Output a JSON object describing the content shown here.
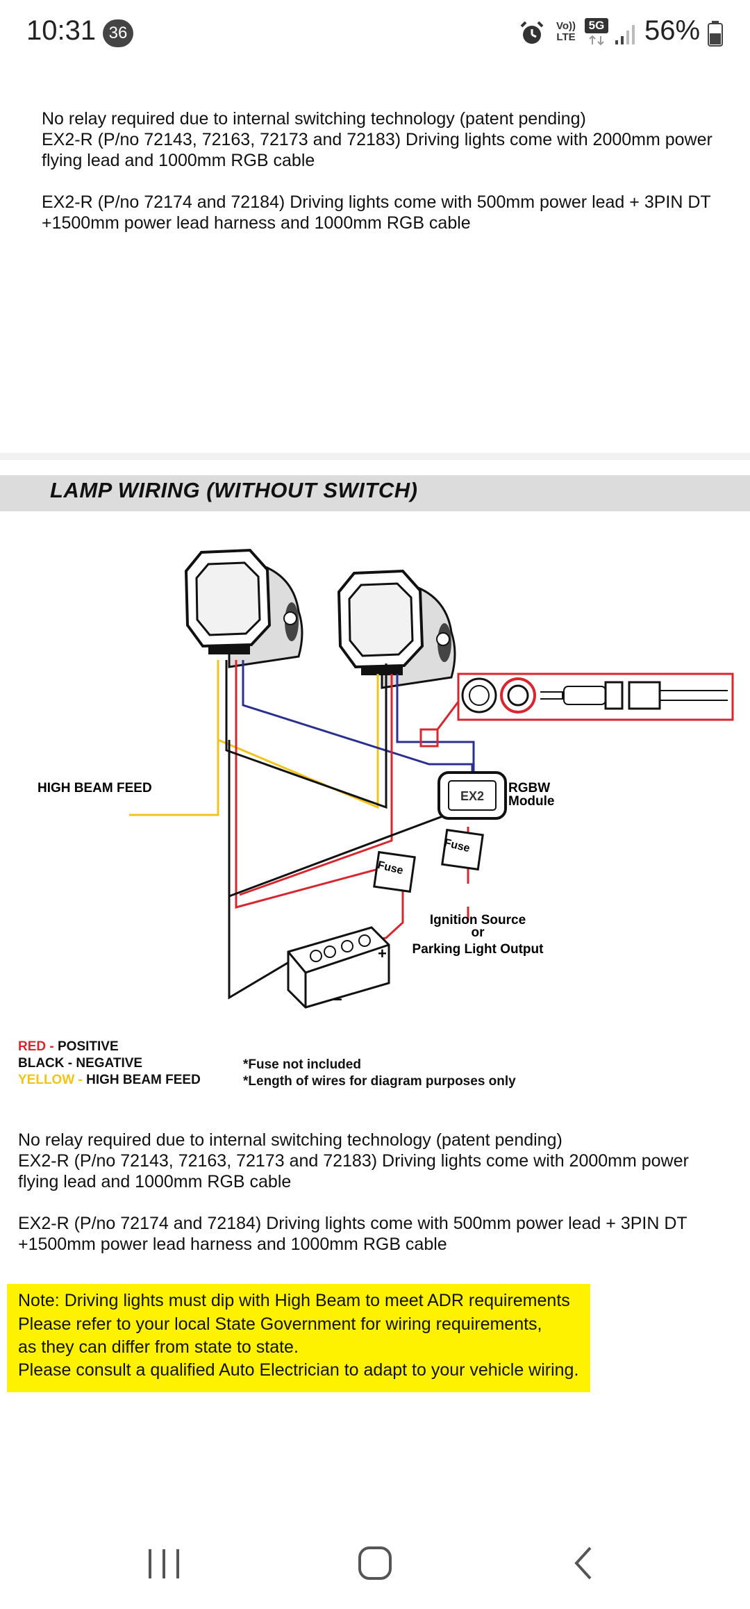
{
  "status_bar": {
    "time": "10:31",
    "notification_count": "36",
    "network_volte": "Vo))",
    "network_lte": "LTE",
    "network_5g": "5G",
    "battery": "56%",
    "icons": [
      "alarm-icon",
      "volte-icon",
      "5g-icon",
      "signal-icon",
      "battery-icon"
    ]
  },
  "top_text": {
    "line1": "No relay required due to internal switching technology (patent pending)",
    "para2": "EX2-R (P/no 72143, 72163, 72173 and 72183) Driving lights come with 2000mm power flying lead and 1000mm RGB cable",
    "para3": "EX2-R (P/no 72174 and 72184) Driving lights come with 500mm power lead + 3PIN DT +1500mm power lead harness and 1000mm RGB cable"
  },
  "section": {
    "title": "LAMP WIRING (WITHOUT SWITCH)"
  },
  "diagram": {
    "high_beam_feed": "HIGH BEAM FEED",
    "rgbw_module_line1": "RGBW",
    "rgbw_module_line2": "Module",
    "module_logo": "EX2",
    "fuse1": "Fuse",
    "fuse2": "Fuse",
    "ignition_line1": "Ignition Source",
    "ignition_line2": "or",
    "ignition_line3": "Parking Light Output",
    "battery_minus": "−",
    "battery_plus": "+",
    "wire_colors": {
      "red": "#d7262e",
      "black": "#111111",
      "yellow": "#f2c31a",
      "blue": "#2b2f8f"
    }
  },
  "legend": {
    "red_word": "RED - ",
    "red_desc": "POSITIVE",
    "black_line": "BLACK - NEGATIVE",
    "yellow_word": "YELLOW - ",
    "yellow_desc": "HIGH BEAM FEED",
    "note1": "*Fuse not included",
    "note2": "*Length of wires for diagram purposes only",
    "colors": {
      "red": "#d7262e",
      "yellow": "#f2c31a"
    }
  },
  "bottom_text": {
    "line1": "No relay required due to internal switching technology (patent pending)",
    "para2": "EX2-R (P/no 72143, 72163, 72173 and 72183) Driving lights come with 2000mm power flying lead and 1000mm RGB cable",
    "para3": "EX2-R (P/no 72174 and 72184) Driving lights come with 500mm power lead + 3PIN DT +1500mm power lead harness and 1000mm RGB cable"
  },
  "note": {
    "line1": "Note: Driving lights must dip with High Beam to meet ADR requirements",
    "line2": "Please refer to your local State Government for wiring requirements,",
    "line3": "as they can differ from state to state.",
    "line4": "Please consult a qualified Auto Electrician to adapt to your vehicle wiring.",
    "background": "#fff200"
  },
  "nav": {
    "icons": [
      "recents-icon",
      "home-icon",
      "back-icon"
    ]
  }
}
